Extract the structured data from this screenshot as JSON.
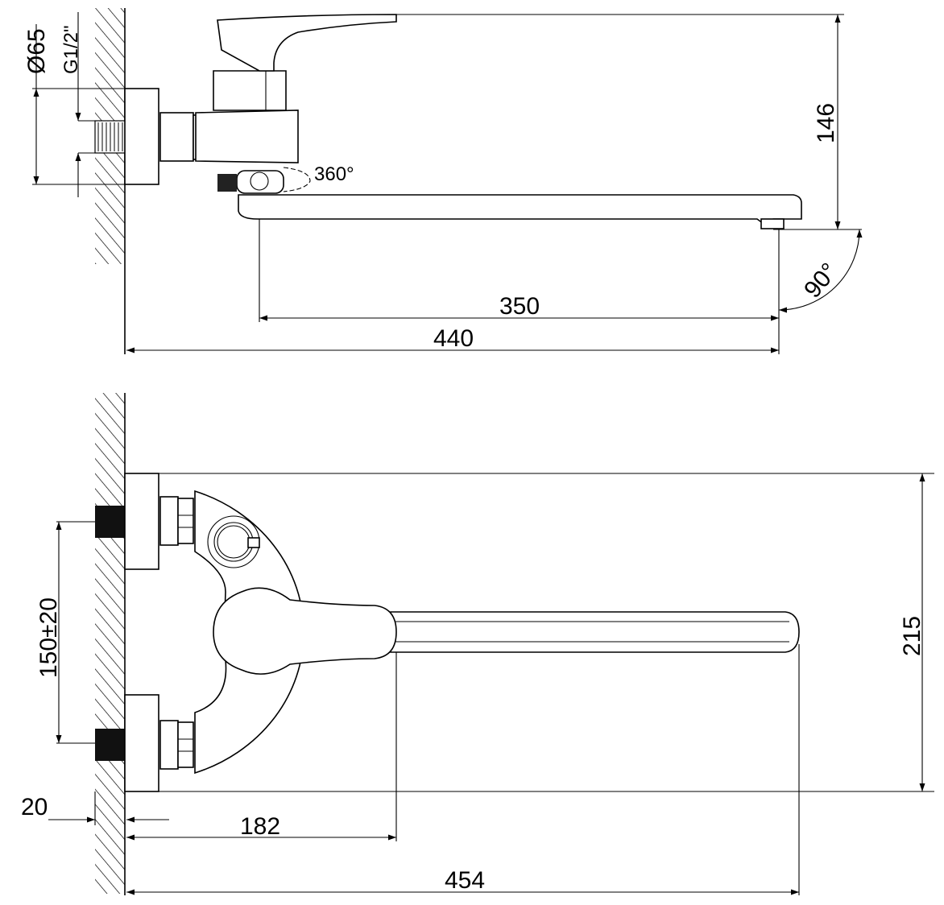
{
  "top_view": {
    "dims": {
      "diameter": "Ø65",
      "thread": "G1/2\"",
      "height": "146",
      "rotation": "360°",
      "spout_length": "350",
      "total_length": "440",
      "swivel_angle": "90°"
    }
  },
  "front_view": {
    "dims": {
      "inlet_spacing": "150±20",
      "height": "215",
      "wall_offset": "20",
      "handle_reach": "182",
      "total_length": "454"
    }
  },
  "colors": {
    "line": "#000000",
    "background": "#ffffff"
  }
}
